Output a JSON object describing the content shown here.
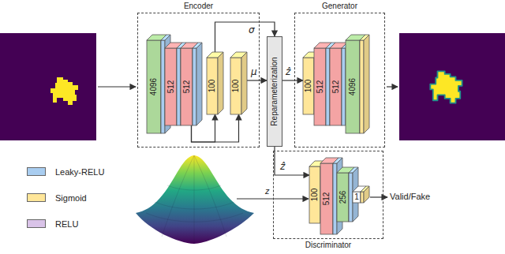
{
  "diagram": {
    "nodes": [
      {
        "text": [
          "Encoder"
        ]
      },
      {
        "text": [
          "4096"
        ],
        "in": 0
      },
      {
        "text": [
          "512"
        ],
        "in": 0
      },
      {
        "text": [
          "512"
        ],
        "in": 0
      },
      {
        "text": [
          "100"
        ],
        "in": 0
      },
      {
        "text": [
          "100"
        ],
        "in": 0
      },
      {
        "text": [
          "Reparameterization"
        ]
      },
      {
        "text": [
          "Generator"
        ]
      },
      {
        "text": [
          "100"
        ],
        "in": 7
      },
      {
        "text": [
          "512"
        ],
        "in": 7
      },
      {
        "text": [
          "512"
        ],
        "in": 7
      },
      {
        "text": [
          "4096"
        ],
        "in": 7
      },
      {
        "text": [
          "Discriminator"
        ]
      },
      {
        "text": [
          "100"
        ],
        "in": 12
      },
      {
        "text": [
          "512"
        ],
        "in": 12
      },
      {
        "text": [
          "256"
        ],
        "in": 12
      },
      {
        "text": [
          "1"
        ],
        "in": 12
      }
    ],
    "edges": [
      {
        "from": 3,
        "to": 4,
        "arrow": "to"
      },
      {
        "from": 3,
        "to": 5,
        "arrow": "to"
      },
      {
        "from": 4,
        "to": 6,
        "label": "σ",
        "arrow": "to"
      },
      {
        "from": 5,
        "to": 6,
        "label": "μ",
        "arrow": "to"
      },
      {
        "from": 6,
        "to": 8,
        "label": "ẑ",
        "arrow": "to"
      },
      {
        "from": 6,
        "to": 13,
        "label": "ẑ",
        "arrow": "to"
      }
    ],
    "labels": [
      "z",
      "Valid/Fake"
    ],
    "legend": [
      {
        "text": "Leaky-RELU",
        "color": "#a9cdf0"
      },
      {
        "text": "Sigmoid",
        "color": "#ffe699"
      },
      {
        "text": "RELU",
        "color": "#d9c3e8"
      }
    ]
  }
}
